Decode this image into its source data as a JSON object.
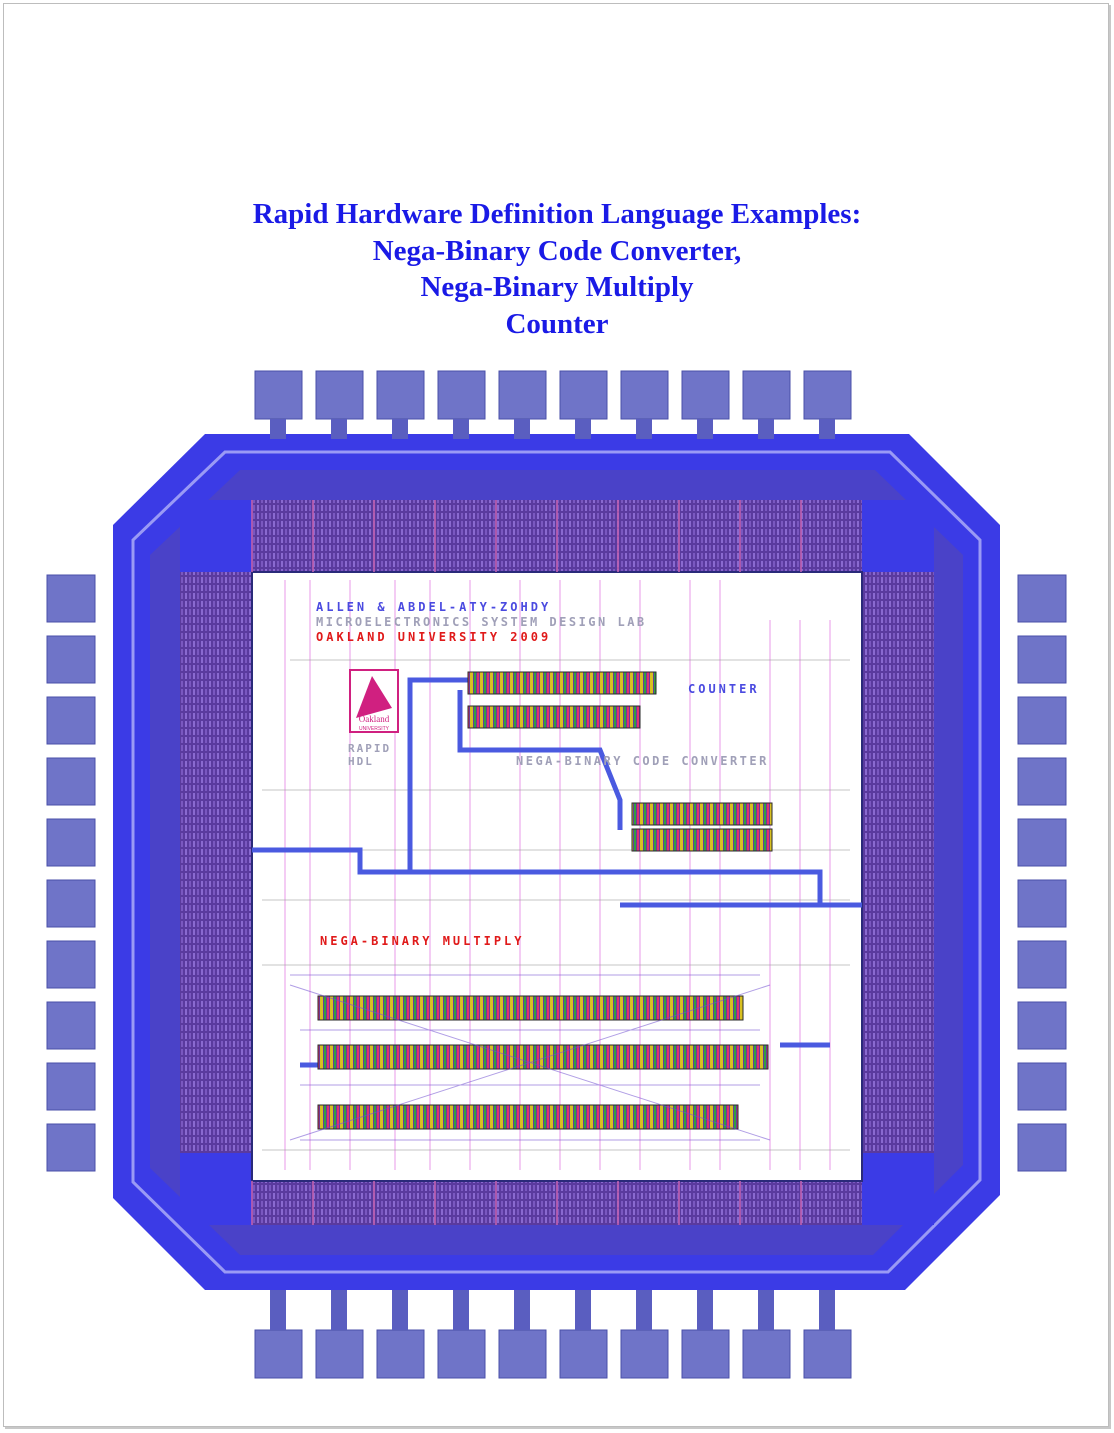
{
  "title_lines": [
    "Rapid Hardware Definition Language Examples:",
    "Nega-Binary Code Converter,",
    "Nega-Binary Multiply",
    "Counter"
  ],
  "die": {
    "authors": "ALLEN & ABDEL-ATY-ZOHDY",
    "lab": "MICROELECTRONICS SYSTEM DESIGN LAB",
    "university": "OAKLAND UNIVERSITY 2009",
    "logo_text": "Oakland",
    "logo_subtext": "UNIVERSITY",
    "rapid_line1": "RAPID",
    "rapid_line2": "HDL",
    "counter_label": "COUNTER",
    "converter_label": "NEGA-BINARY CODE CONVERTER",
    "multiply_label": "NEGA-BINARY MULTIPLY"
  },
  "colors": {
    "title": "#1a1ae6",
    "pad": "#6f74c8",
    "ring": "#3b3be6",
    "cell": "#5b3aa0",
    "core_bg": "#ffffff",
    "label_blue": "#4a4ae0",
    "label_red": "#e01a1a",
    "label_gray": "#a0a0b8"
  }
}
